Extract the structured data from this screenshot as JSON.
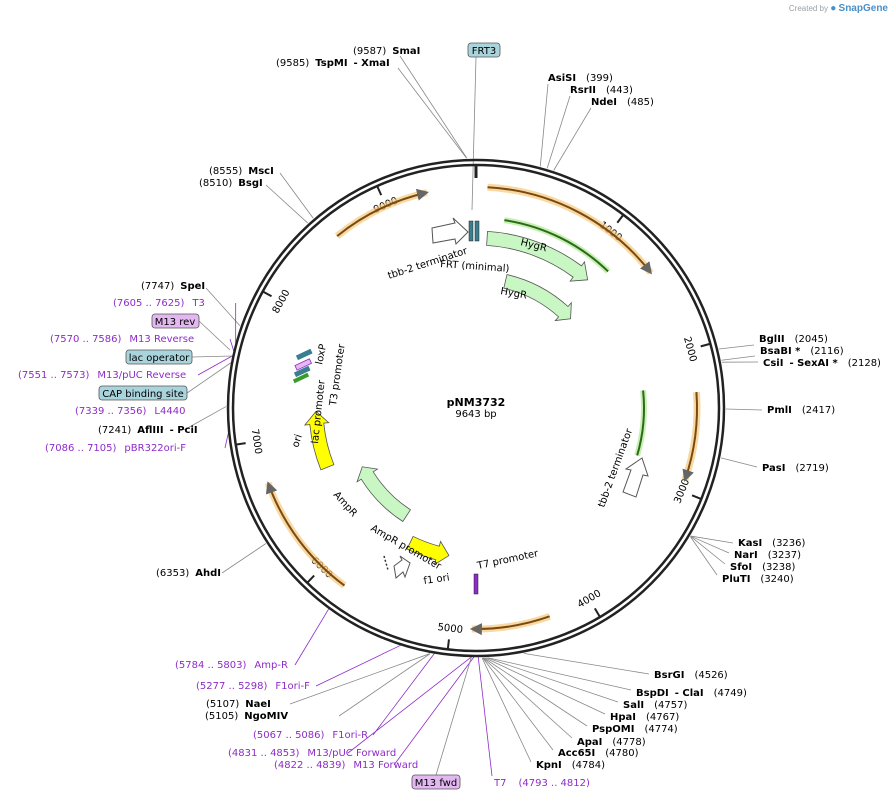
{
  "app": {
    "credit_prefix": "Created by",
    "credit_brand": "SnapGene"
  },
  "plasmid": {
    "name": "pNM3732",
    "size_text": "9643 bp",
    "length": 9643
  },
  "colors": {
    "backbone": "#222222",
    "orf": "#f0a030",
    "orf_fill": "#c8a078",
    "green_bar": "#3a9a2a",
    "feature_green": "#c9f7c3",
    "feature_green_stroke": "#3a7d3a",
    "ori_yellow": "#ffff00",
    "terminator_outline": "#666666",
    "primer": "#8e2bc9",
    "box_blue": "#a9d4dc",
    "box_purple": "#e3b8f0"
  },
  "ticks": [
    {
      "pos": 1000,
      "label": "1000"
    },
    {
      "pos": 2000,
      "label": "2000"
    },
    {
      "pos": 3000,
      "label": "3000"
    },
    {
      "pos": 4000,
      "label": "4000"
    },
    {
      "pos": 5000,
      "label": "5000"
    },
    {
      "pos": 6000,
      "label": "6000"
    },
    {
      "pos": 7000,
      "label": "7000"
    },
    {
      "pos": 8000,
      "label": "8000"
    },
    {
      "pos": 9000,
      "label": "9000"
    }
  ],
  "orfs": [
    {
      "start": 80,
      "end": 1400
    },
    {
      "start": 2300,
      "end": 2920
    },
    {
      "start": 4300,
      "end": 4850
    },
    {
      "start": 5800,
      "end": 6700
    },
    {
      "start": 8600,
      "end": 9300
    }
  ],
  "green_bars": [
    {
      "start": 230,
      "end": 1180,
      "r": 190
    },
    {
      "start": 2250,
      "end": 2850,
      "r": 168
    }
  ],
  "features": [
    {
      "type": "arrow",
      "label": "HygR",
      "start": 100,
      "end": 1100,
      "r": 170,
      "dir": 1,
      "color": "feature_green"
    },
    {
      "type": "arrow",
      "label": "HygR",
      "start": 350,
      "end": 1250,
      "r": 130,
      "dir": 1,
      "color": "feature_green"
    },
    {
      "type": "arrow",
      "label": "AmpR",
      "start": 5700,
      "end": 6500,
      "r": 128,
      "dir": 1,
      "color": "feature_green"
    },
    {
      "type": "arrow",
      "label": "ori",
      "start": 6650,
      "end": 7200,
      "r": 160,
      "dir": 1,
      "color": "ori_yellow"
    },
    {
      "type": "arrow",
      "label": "f1 ori",
      "start": 5100,
      "end": 5520,
      "r": 150,
      "dir": -1,
      "color": "ori_yellow"
    }
  ],
  "text_labels": [
    {
      "text": "HygR"
    },
    {
      "text": "HygR"
    },
    {
      "text": "tbb-2 terminator"
    },
    {
      "text": "FRT (minimal)"
    },
    {
      "text": "loxP"
    },
    {
      "text": "T3 promoter"
    },
    {
      "text": "lac promoter"
    },
    {
      "text": "ori"
    },
    {
      "text": "AmpR"
    },
    {
      "text": "AmpR promoter"
    },
    {
      "text": "f1 ori"
    },
    {
      "text": "T7 promoter"
    },
    {
      "text": "tbb-2 terminator"
    }
  ],
  "sites_top": [
    {
      "pos": "(9587)",
      "name": "SmaI"
    },
    {
      "pos": "(9585)",
      "name": "TspMI",
      "name2": "- XmaI"
    },
    {
      "pos": "(399)",
      "name": "AsiSI"
    },
    {
      "pos": "(443)",
      "name": "RsrII"
    },
    {
      "pos": "(485)",
      "name": "NdeI"
    }
  ],
  "sites_right": [
    {
      "name": "BglII",
      "pos": "(2045)"
    },
    {
      "name": "BsaBI *",
      "pos": "(2116)"
    },
    {
      "name": "CsiI",
      "name2": "- SexAI *",
      "pos": "(2128)"
    },
    {
      "name": "PmlI",
      "pos": "(2417)"
    },
    {
      "name": "PasI",
      "pos": "(2719)"
    },
    {
      "name": "KasI",
      "pos": "(3236)"
    },
    {
      "name": "NarI",
      "pos": "(3237)"
    },
    {
      "name": "SfoI",
      "pos": "(3238)"
    },
    {
      "name": "PluTI",
      "pos": "(3240)"
    },
    {
      "name": "BsrGI",
      "pos": "(4526)"
    },
    {
      "name": "BspDI",
      "name2": "- ClaI",
      "pos": "(4749)"
    },
    {
      "name": "SalI",
      "pos": "(4757)"
    },
    {
      "name": "HpaI",
      "pos": "(4767)"
    },
    {
      "name": "PspOMI",
      "pos": "(4774)"
    },
    {
      "name": "ApaI",
      "pos": "(4778)"
    },
    {
      "name": "Acc65I",
      "pos": "(4780)"
    },
    {
      "name": "KpnI",
      "pos": "(4784)"
    }
  ],
  "sites_left": [
    {
      "pos": "(8555)",
      "name": "MscI"
    },
    {
      "pos": "(8510)",
      "name": "BsgI"
    },
    {
      "pos": "(7747)",
      "name": "SpeI"
    },
    {
      "pos": "(7241)",
      "name": "AflIII",
      "name2": "- PciI"
    },
    {
      "pos": "(6353)",
      "name": "AhdI"
    },
    {
      "pos": "(5107)",
      "name": "NaeI"
    },
    {
      "pos": "(5105)",
      "name": "NgoMIV"
    }
  ],
  "primers_left": [
    {
      "pos": "(7605 .. 7625)",
      "name": "T3"
    },
    {
      "pos": "(7570 .. 7586)",
      "name": "M13 Reverse"
    },
    {
      "pos": "(7551 .. 7573)",
      "name": "M13/pUC Reverse"
    },
    {
      "pos": "(7339 .. 7356)",
      "name": "L4440"
    },
    {
      "pos": "(7086 .. 7105)",
      "name": "pBR322ori-F"
    },
    {
      "pos": "(5784 .. 5803)",
      "name": "Amp-R"
    },
    {
      "pos": "(5277 .. 5298)",
      "name": "F1ori-F"
    },
    {
      "pos": "(5067 .. 5086)",
      "name": "F1ori-R"
    },
    {
      "pos": "(4831 .. 4853)",
      "name": "M13/pUC Forward"
    },
    {
      "pos": "(4822 .. 4839)",
      "name": "M13 Forward"
    }
  ],
  "primer_bottom": {
    "name": "T7",
    "pos": "(4793 .. 4812)"
  },
  "box_labels": [
    {
      "text": "FRT3",
      "color": "box_blue"
    },
    {
      "text": "M13 rev",
      "color": "box_purple"
    },
    {
      "text": "lac operator",
      "color": "box_blue"
    },
    {
      "text": "CAP binding site",
      "color": "box_blue"
    },
    {
      "text": "M13 fwd",
      "color": "box_purple"
    }
  ]
}
